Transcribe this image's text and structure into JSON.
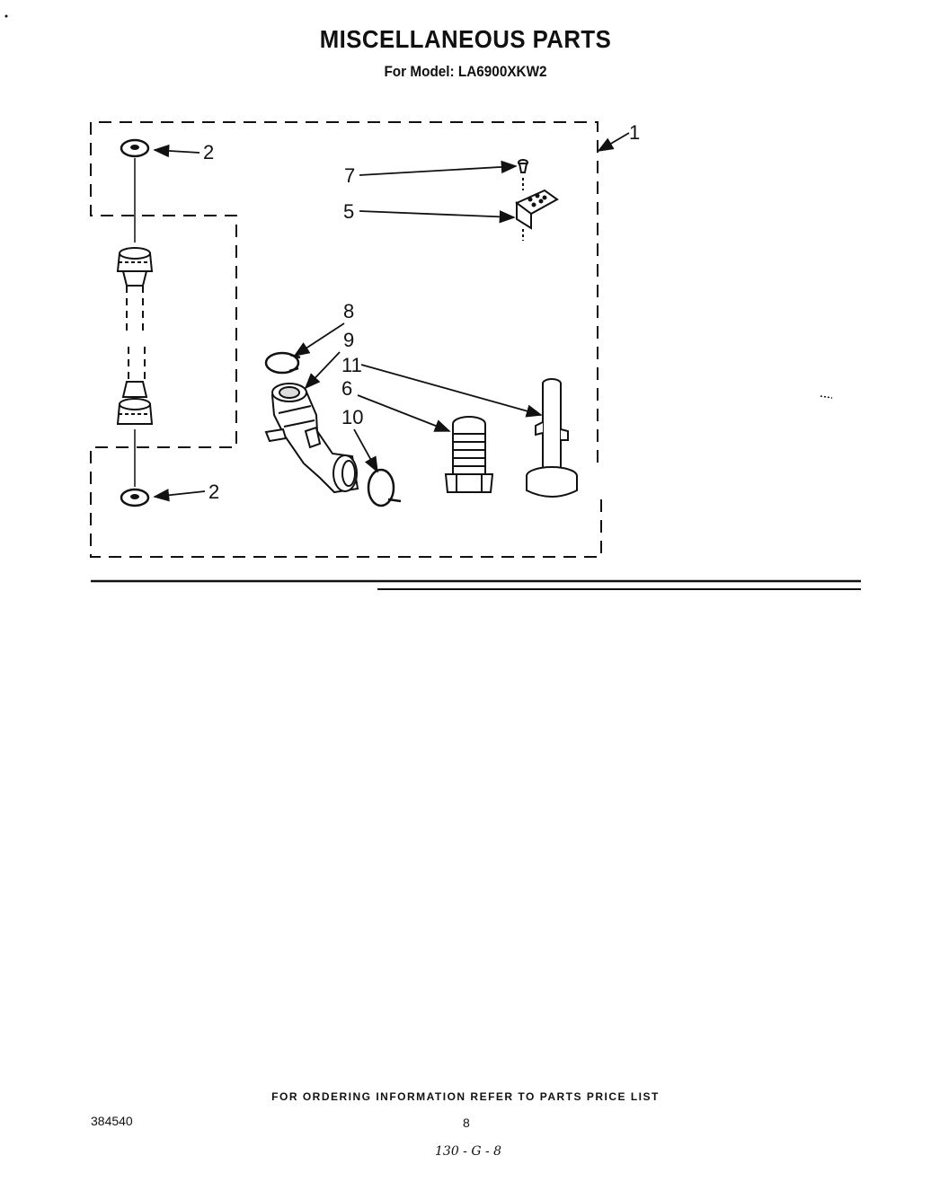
{
  "header": {
    "title": "MISCELLANEOUS PARTS",
    "subtitle": "For Model: LA6900XKW2"
  },
  "callouts": {
    "c1": "1",
    "c2_top": "2",
    "c2_bottom": "2",
    "c5": "5",
    "c6": "6",
    "c7": "7",
    "c8": "8",
    "c9": "9",
    "c10": "10",
    "c11": "11"
  },
  "footer": {
    "ordering_note": "FOR ORDERING INFORMATION REFER TO PARTS PRICE LIST",
    "doc_number": "384540",
    "page_number": "8",
    "handwritten_code": "130 - G - 8"
  },
  "colors": {
    "ink": "#111111",
    "paper": "#ffffff"
  }
}
